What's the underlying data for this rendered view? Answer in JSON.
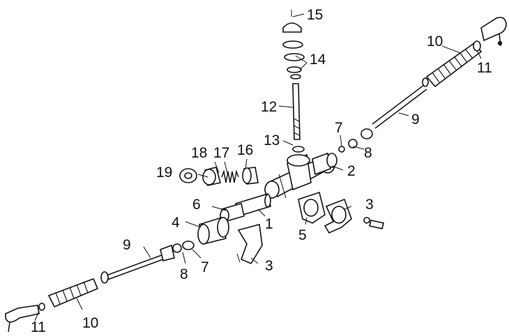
{
  "diagram": {
    "callouts": {
      "c1": "1",
      "c2": "2",
      "c3a": "3",
      "c3b": "3",
      "c4": "4",
      "c5": "5",
      "c6": "6",
      "c7a": "7",
      "c7b": "7",
      "c8a": "8",
      "c8b": "8",
      "c9a": "9",
      "c9b": "9",
      "c10a": "10",
      "c10b": "10",
      "c11a": "11",
      "c11b": "11",
      "c12": "12",
      "c13": "13",
      "c14": "14",
      "c15": "15",
      "c16": "16",
      "c17": "17",
      "c18": "18",
      "c19": "19"
    }
  }
}
